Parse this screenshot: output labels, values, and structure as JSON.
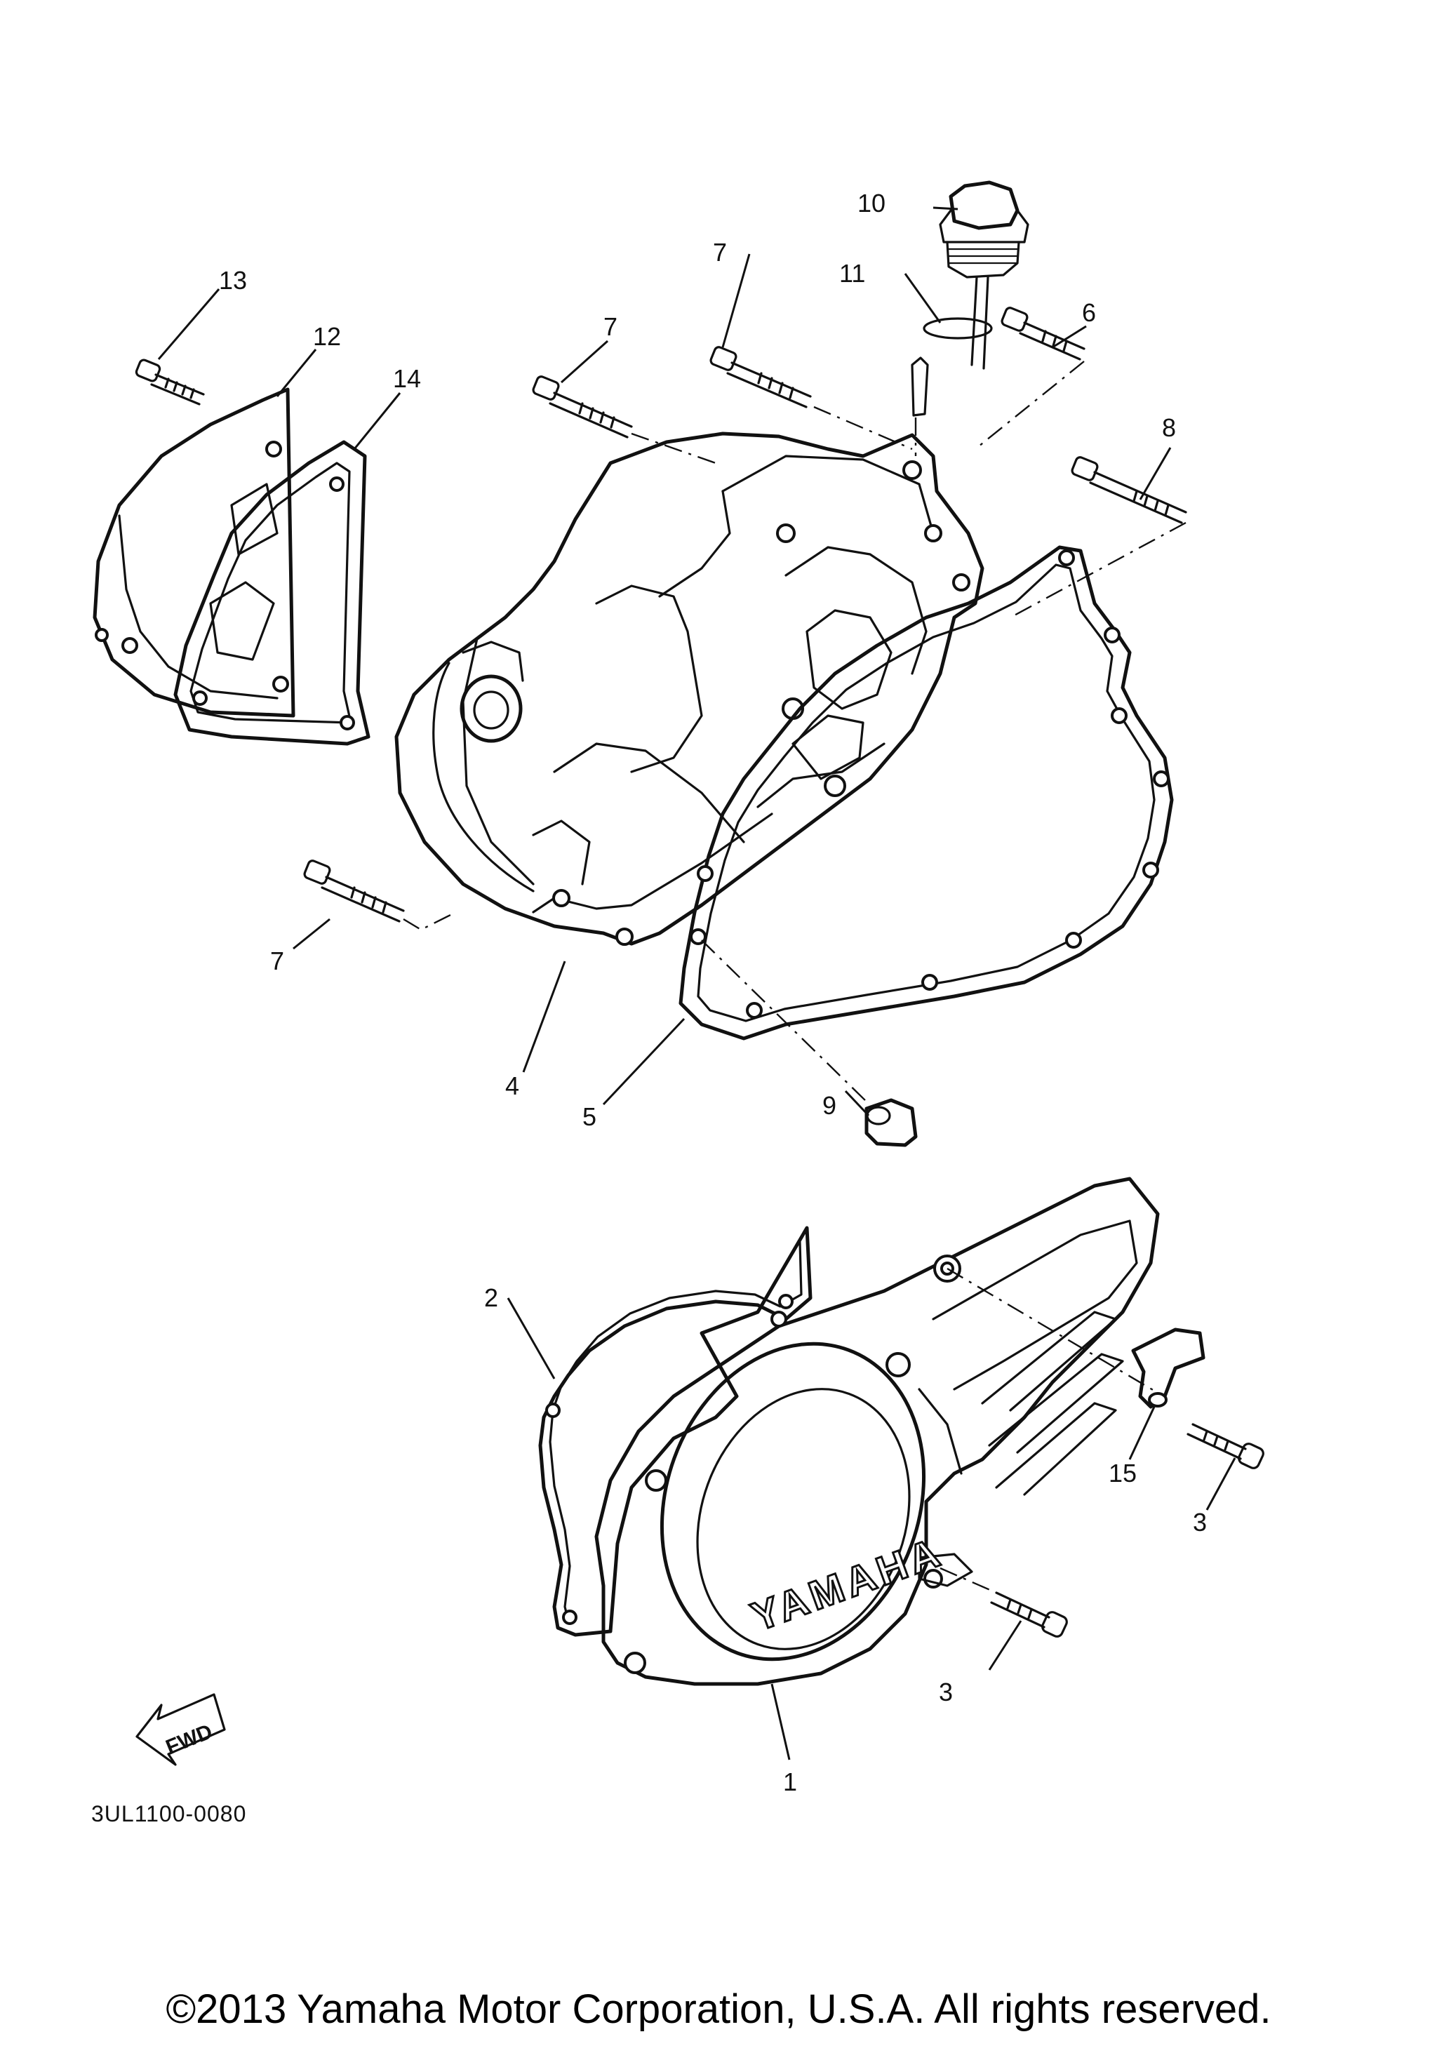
{
  "diagram_code": "3UL1100-0080",
  "fwd_label": "FWD",
  "brand_mark": "YAMAHA",
  "copyright": "©2013 Yamaha Motor Corporation, U.S.A. All rights reserved.",
  "callouts": [
    {
      "id": "c1",
      "label": "1"
    },
    {
      "id": "c2",
      "label": "2"
    },
    {
      "id": "c3a",
      "label": "3"
    },
    {
      "id": "c3b",
      "label": "3"
    },
    {
      "id": "c4",
      "label": "4"
    },
    {
      "id": "c5",
      "label": "5"
    },
    {
      "id": "c6",
      "label": "6"
    },
    {
      "id": "c7a",
      "label": "7"
    },
    {
      "id": "c7b",
      "label": "7"
    },
    {
      "id": "c7c",
      "label": "7"
    },
    {
      "id": "c8",
      "label": "8"
    },
    {
      "id": "c9",
      "label": "9"
    },
    {
      "id": "c10",
      "label": "10"
    },
    {
      "id": "c11",
      "label": "11"
    },
    {
      "id": "c12",
      "label": "12"
    },
    {
      "id": "c13",
      "label": "13"
    },
    {
      "id": "c14",
      "label": "14"
    },
    {
      "id": "c15",
      "label": "15"
    }
  ]
}
